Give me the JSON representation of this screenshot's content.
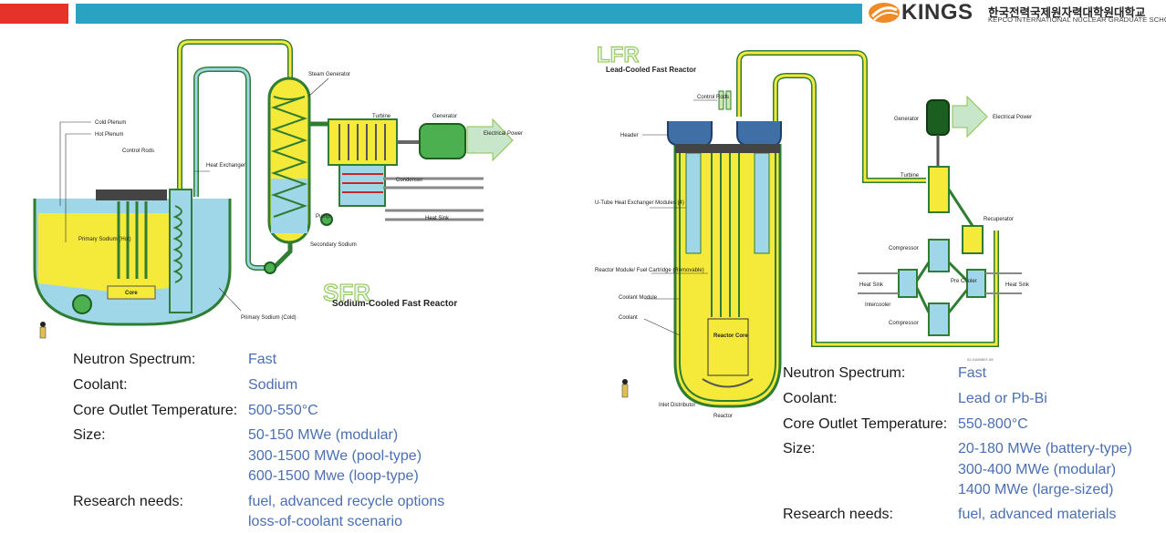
{
  "header": {
    "logo_name": "KINGS",
    "logo_korean": "한국전력국제원자력대학원대학교",
    "logo_english": "KEPCO INTERNATIONAL NUCLEAR GRADUATE SCHOOL",
    "colors": {
      "red_bar": "#e63329",
      "blue_bar": "#2aa3c3",
      "logo_orange": "#f08a24"
    }
  },
  "sfr": {
    "logo": "SFR",
    "title": "Sodium-Cooled Fast Reactor",
    "labels": {
      "cold_plenum": "Cold Plenum",
      "hot_plenum": "Hot Plenum",
      "control_rods": "Control Rods",
      "heat_exchanger": "Heat Exchanger",
      "steam_generator": "Steam Generator",
      "turbine": "Turbine",
      "generator": "Generator",
      "electrical_power": "Electrical Power",
      "condenser": "Condenser",
      "heat_sink": "Heat Sink",
      "pump": "Pump",
      "secondary_sodium": "Secondary Sodium",
      "primary_sodium_hot": "Primary Sodium (Hot)",
      "core": "Core",
      "primary_sodium_cold": "Primary Sodium (Cold)"
    },
    "specs": [
      {
        "label": "Neutron Spectrum:",
        "values": [
          "Fast"
        ]
      },
      {
        "label": "Coolant:",
        "values": [
          "Sodium"
        ]
      },
      {
        "label": "Core Outlet Temperature:",
        "values": [
          "500-550°C"
        ]
      },
      {
        "label": "Size:",
        "values": [
          "50-150 MWe (modular)",
          "300-1500 MWe (pool-type)",
          "600-1500 Mwe (loop-type)"
        ]
      },
      {
        "label": "Research needs:",
        "values": [
          "fuel, advanced recycle options",
          "loss-of-coolant scenario"
        ]
      }
    ]
  },
  "lfr": {
    "logo": "LFR",
    "title": "Lead-Cooled Fast Reactor",
    "labels": {
      "control_rods": "Control Rods",
      "header": "Header",
      "u_tube": "U-Tube Heat Exchanger Modules (4)",
      "reactor_module": "Reactor Module/ Fuel Cartridge (Removable)",
      "coolant_module": "Coolant Module",
      "coolant": "Coolant",
      "reactor_core": "Reactor Core",
      "inlet_distributor": "Inlet Distributor",
      "reactor": "Reactor",
      "generator": "Generator",
      "electrical_power": "Electrical Power",
      "turbine": "Turbine",
      "recuperator": "Recuperator",
      "compressor_top": "Compressor",
      "heat_sink_left": "Heat Sink",
      "pre_cooler": "Pre Cooler",
      "heat_sink_right": "Heat Sink",
      "intercooler": "Intercooler",
      "compressor_bottom": "Compressor",
      "code": "02-GA50807-08"
    },
    "specs": [
      {
        "label": "Neutron Spectrum:",
        "values": [
          "Fast"
        ]
      },
      {
        "label": "Coolant:",
        "values": [
          "Lead or Pb-Bi"
        ]
      },
      {
        "label": "Core Outlet Temperature:",
        "values": [
          "550-800°C"
        ]
      },
      {
        "label": "Size:",
        "values": [
          "20-180 MWe (battery-type)",
          "300-400 MWe (modular)",
          "1400 MWe (large-sized)"
        ]
      },
      {
        "label": "Research needs:",
        "values": [
          "fuel, advanced materials"
        ]
      }
    ]
  }
}
